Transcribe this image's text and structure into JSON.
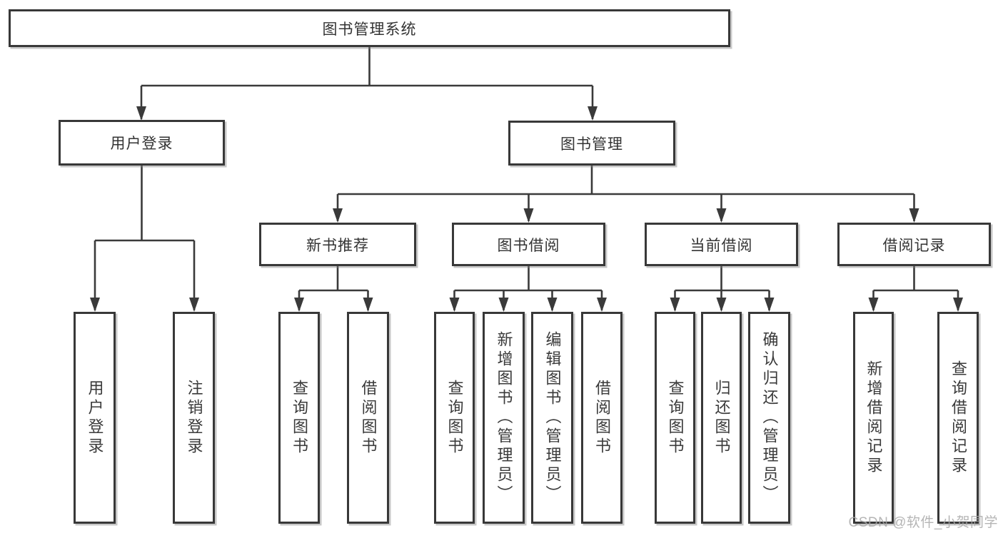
{
  "page": {
    "background_color": "#ffffff",
    "line_color": "#3a3a3a",
    "text_color": "#333333"
  },
  "watermark": {
    "text": "CSDN @软件_小贺同学",
    "color": "#a8a8a8"
  },
  "tree": {
    "root": {
      "label": "图书管理系统"
    },
    "branches": [
      {
        "label": "用户登录",
        "children": [
          {
            "label": "用户登录"
          },
          {
            "label": "注销登录"
          }
        ]
      },
      {
        "label": "图书管理",
        "children": [
          {
            "label": "新书推荐",
            "children": [
              {
                "label": "查询图书"
              },
              {
                "label": "借阅图书"
              }
            ]
          },
          {
            "label": "图书借阅",
            "children": [
              {
                "label": "查询图书"
              },
              {
                "label": "新增图书（管理员）"
              },
              {
                "label": "编辑图书（管理员）"
              },
              {
                "label": "借阅图书"
              }
            ]
          },
          {
            "label": "当前借阅",
            "children": [
              {
                "label": "查询图书"
              },
              {
                "label": "归还图书"
              },
              {
                "label": "确认归还（管理员）"
              }
            ]
          },
          {
            "label": "借阅记录",
            "children": [
              {
                "label": "新增借阅记录"
              },
              {
                "label": "查询借阅记录"
              }
            ]
          }
        ]
      }
    ]
  }
}
